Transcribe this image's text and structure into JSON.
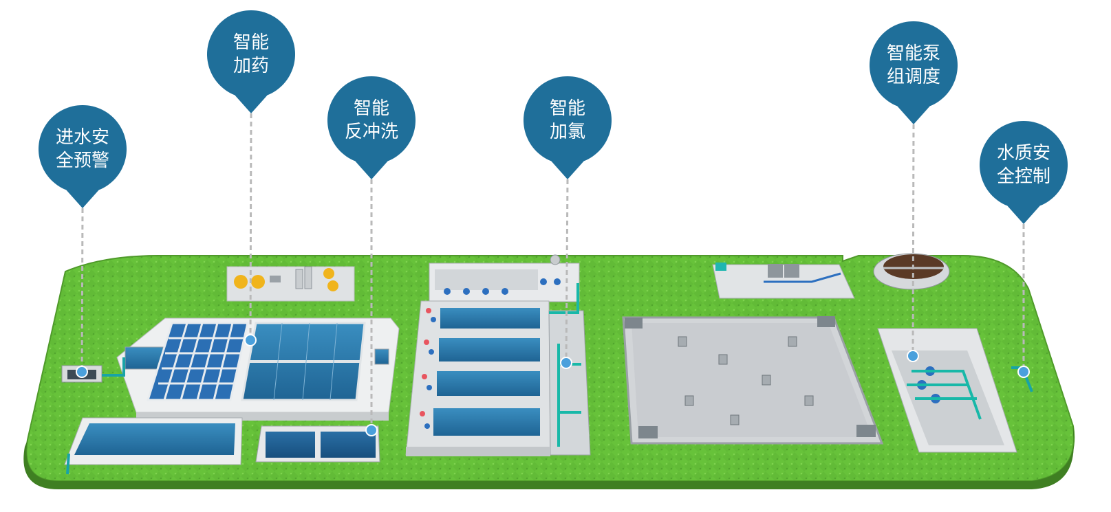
{
  "pins": [
    {
      "id": "inlet",
      "lines": [
        "进水安",
        "全预警"
      ]
    },
    {
      "id": "dosing",
      "lines": [
        "智能",
        "加药"
      ]
    },
    {
      "id": "backwash",
      "lines": [
        "智能",
        "反冲洗"
      ]
    },
    {
      "id": "chlorination",
      "lines": [
        "智能",
        "加氯"
      ]
    },
    {
      "id": "pump",
      "lines": [
        "智能泵",
        "组调度"
      ]
    },
    {
      "id": "quality",
      "lines": [
        "水质安",
        "全控制"
      ]
    }
  ],
  "colors": {
    "pin": "#1f6f9a",
    "leader": "#b9b9b9",
    "dot": "#4aa0dc",
    "grass": "#6cc63f",
    "water": "#2f7fb0",
    "concrete": "#e4e6e8"
  },
  "icons": [
    "map-pin-icon",
    "water-tank-icon",
    "pump-icon",
    "solar-panel-icon"
  ]
}
